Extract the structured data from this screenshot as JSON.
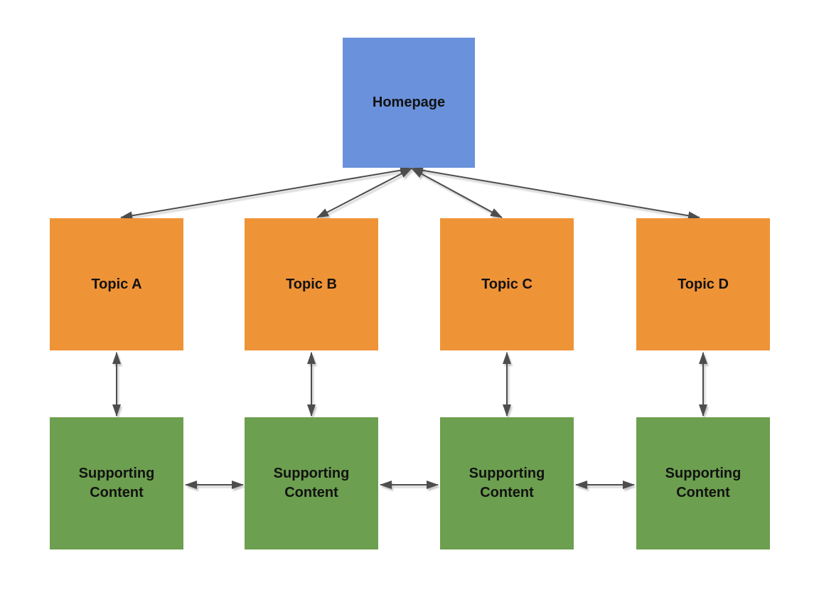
{
  "diagram": {
    "type": "sitemap-flowchart",
    "colors": {
      "homepage": "#6A91DB",
      "topic": "#EF9337",
      "supporting": "#6C9F4F",
      "arrow": "#4D4D4D",
      "background": "#FFFFFF",
      "text": "#121212"
    },
    "nodes": [
      {
        "id": "homepage",
        "label": "Homepage",
        "type": "homepage"
      },
      {
        "id": "topic-a",
        "label": "Topic A",
        "type": "topic"
      },
      {
        "id": "topic-b",
        "label": "Topic B",
        "type": "topic"
      },
      {
        "id": "topic-c",
        "label": "Topic C",
        "type": "topic"
      },
      {
        "id": "topic-d",
        "label": "Topic D",
        "type": "topic"
      },
      {
        "id": "supporting-a",
        "label": "Supporting Content",
        "type": "supporting"
      },
      {
        "id": "supporting-b",
        "label": "Supporting Content",
        "type": "supporting"
      },
      {
        "id": "supporting-c",
        "label": "Supporting Content",
        "type": "supporting"
      },
      {
        "id": "supporting-d",
        "label": "Supporting Content",
        "type": "supporting"
      }
    ],
    "edges": [
      {
        "from": "homepage",
        "to": "topic-a",
        "style": "bidirectional"
      },
      {
        "from": "homepage",
        "to": "topic-b",
        "style": "bidirectional"
      },
      {
        "from": "homepage",
        "to": "topic-c",
        "style": "bidirectional"
      },
      {
        "from": "homepage",
        "to": "topic-d",
        "style": "bidirectional"
      },
      {
        "from": "topic-a",
        "to": "supporting-a",
        "style": "bidirectional"
      },
      {
        "from": "topic-b",
        "to": "supporting-b",
        "style": "bidirectional"
      },
      {
        "from": "topic-c",
        "to": "supporting-c",
        "style": "bidirectional"
      },
      {
        "from": "topic-d",
        "to": "supporting-d",
        "style": "bidirectional"
      },
      {
        "from": "supporting-a",
        "to": "supporting-b",
        "style": "bidirectional"
      },
      {
        "from": "supporting-b",
        "to": "supporting-c",
        "style": "bidirectional"
      },
      {
        "from": "supporting-c",
        "to": "supporting-d",
        "style": "bidirectional"
      }
    ]
  }
}
